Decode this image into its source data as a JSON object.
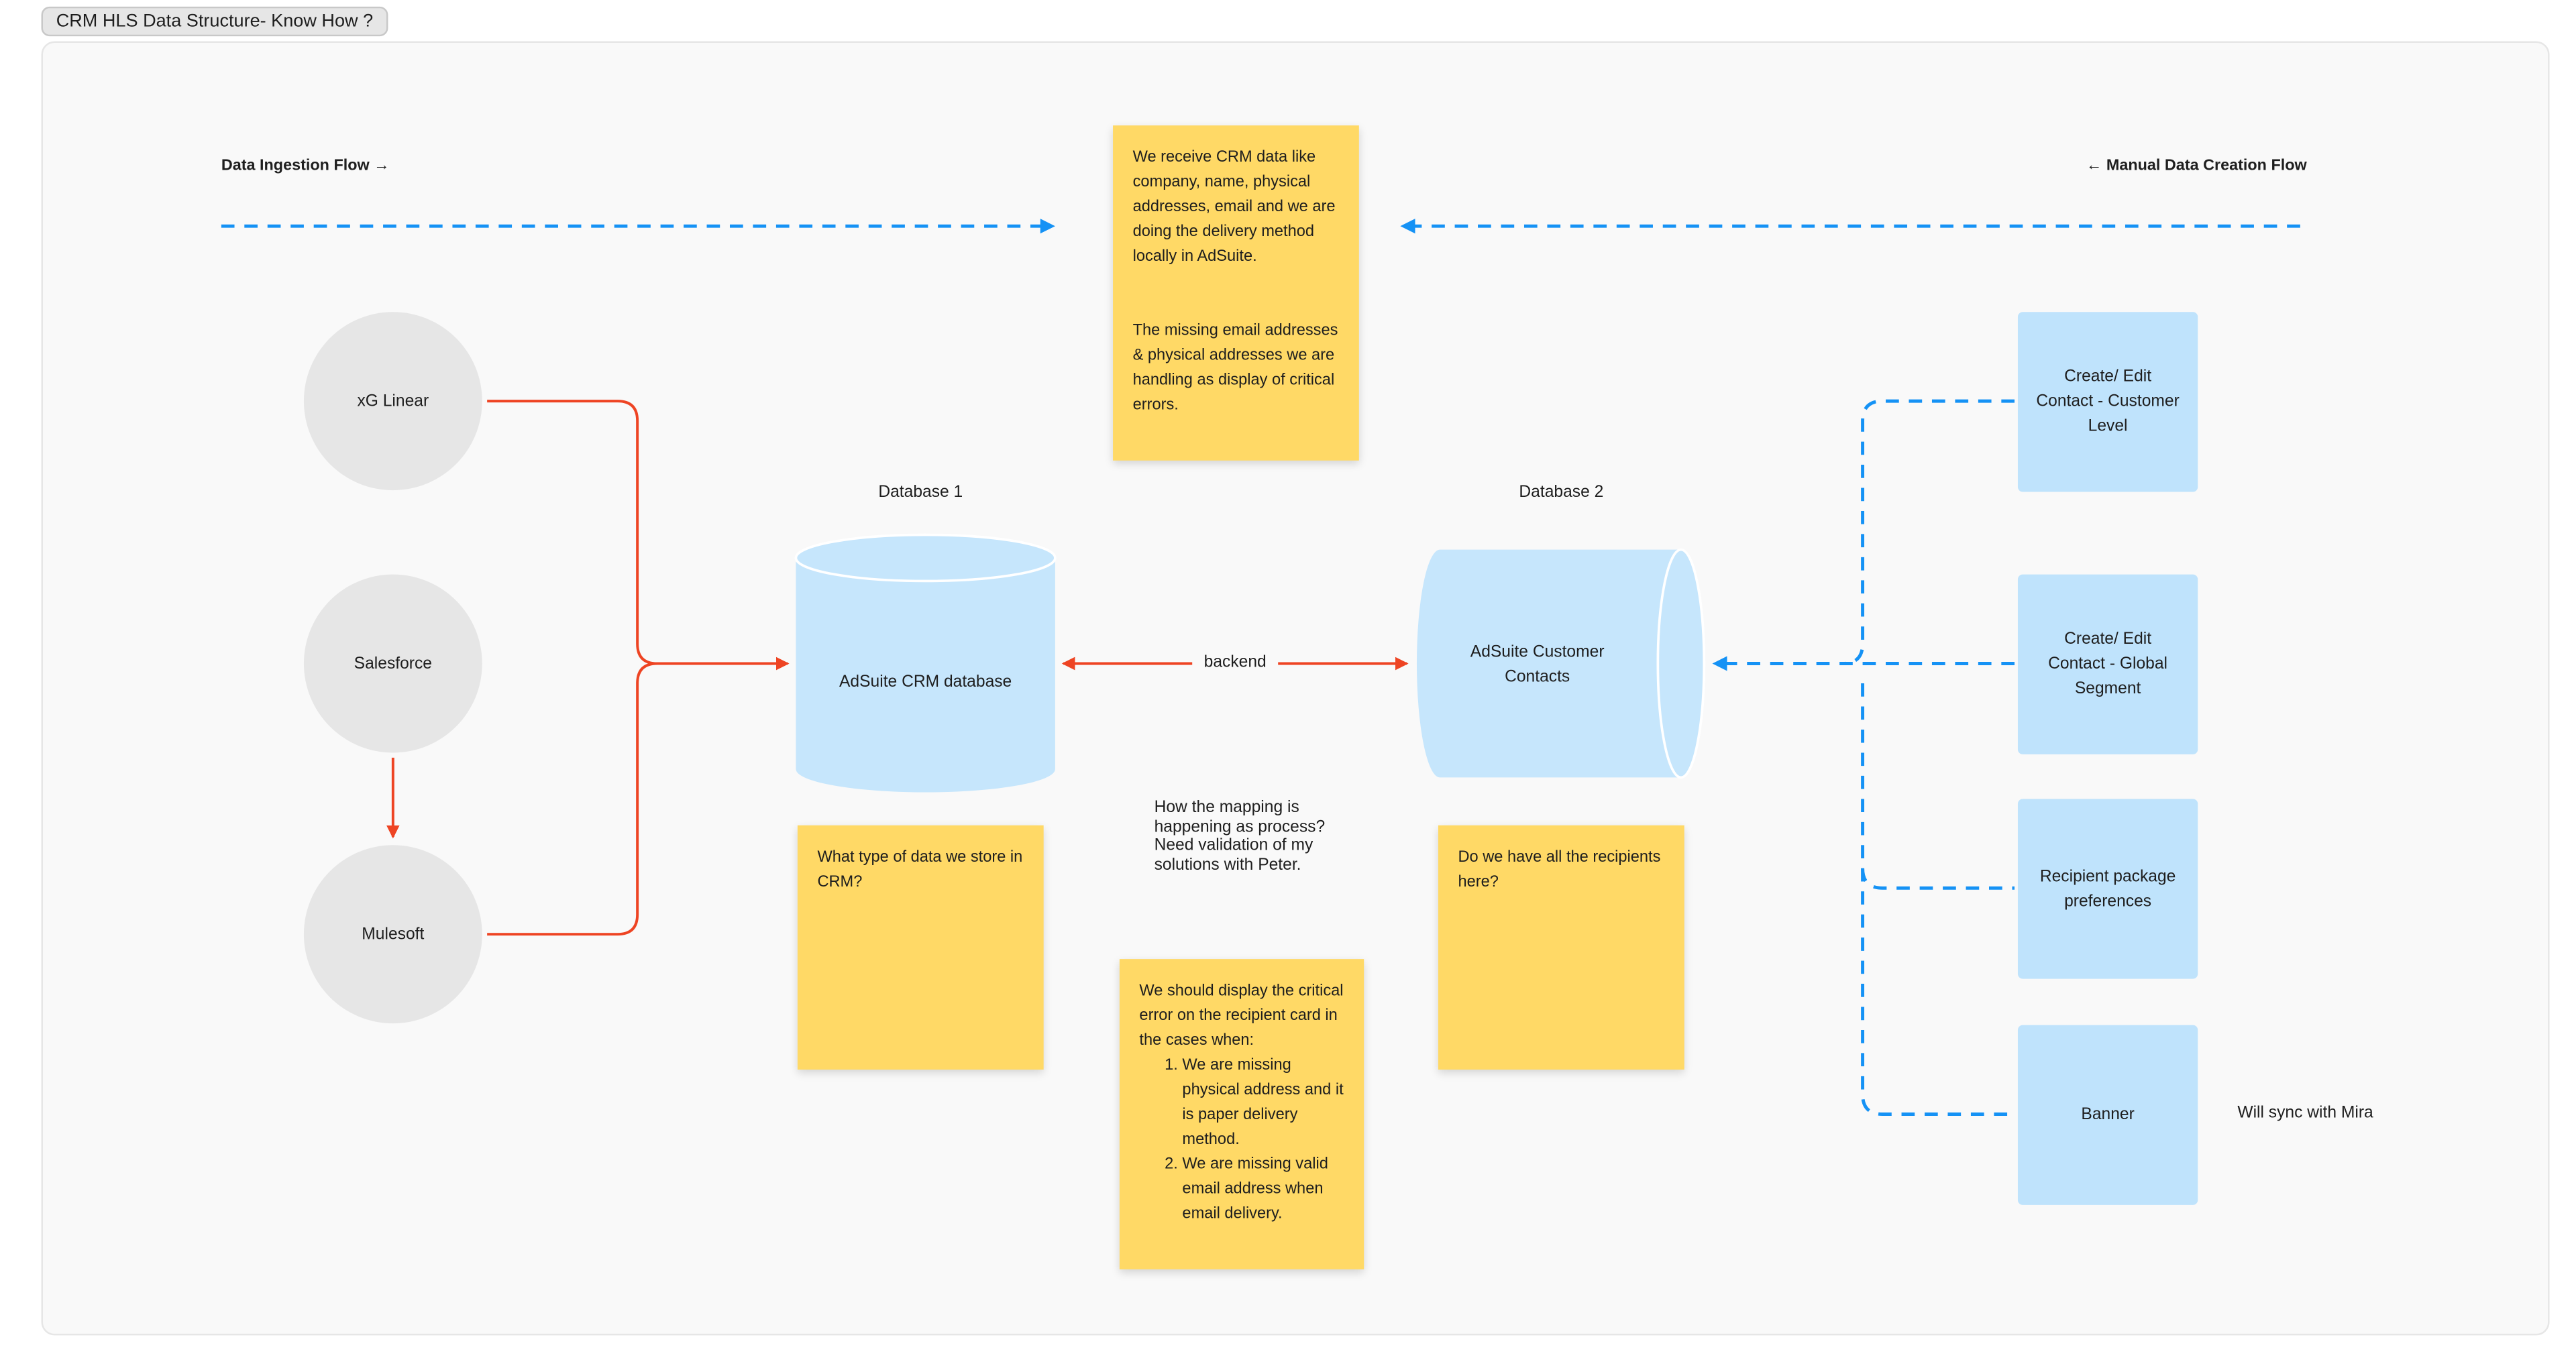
{
  "title": "CRM HLS Data Structure- Know How  ?",
  "flows": {
    "ingestion": "Data Ingestion Flow →",
    "manual": "← Manual Data Creation Flow"
  },
  "sources": [
    "xG Linear",
    "Salesforce",
    "Mulesoft"
  ],
  "database1": {
    "label": "Database 1",
    "name": "AdSuite CRM database"
  },
  "database2": {
    "label": "Database 2",
    "name": "AdSuite Customer Contacts"
  },
  "connector_label": "backend",
  "manual_boxes": [
    "Create/ Edit Contact - Customer Level",
    "Create/ Edit Contact - Global Segment",
    "Recipient package preferences",
    "Banner"
  ],
  "banner_note": "Will sync with Mira",
  "notes": {
    "crm_data_p1": "We receive CRM data like company, name, physical addresses, email and we are doing the delivery method locally in AdSuite.",
    "crm_data_p2": "The missing email addresses & physical addresses we are handling as display of critical errors.",
    "data_type": "What type of data we store in CRM?",
    "recipients": "Do we have all the recipients here?",
    "mapping": "How the mapping is happening as process? Need validation of my solutions with Peter.",
    "critical_intro": "We should display the critical error on the recipient card in the cases when:",
    "critical_items": [
      "We are missing physical address and it is paper delivery method.",
      "We are missing valid email address when email delivery."
    ]
  },
  "colors": {
    "sticky": "#ffd966",
    "blue_box": "#bfe3fc",
    "db": "#c6e6fc",
    "red_arrow": "#ee4423",
    "blue_arrow": "#1592f5",
    "circle": "#e6e6e6"
  }
}
